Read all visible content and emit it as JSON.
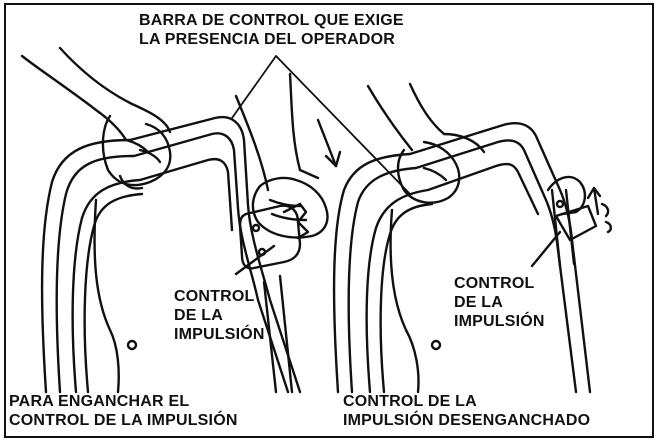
{
  "callout_top": {
    "line1": "BARRA DE CONTROL QUE EXIGE",
    "line2": "LA PRESENCIA DEL OPERADOR"
  },
  "left_callout": {
    "line1": "CONTROL",
    "line2": "DE LA",
    "line3": "IMPULSIÓN"
  },
  "right_callout": {
    "line1": "CONTROL",
    "line2": "DE LA",
    "line3": "IMPULSIÓN"
  },
  "left_caption": {
    "line1": "PARA ENGANCHAR EL",
    "line2": "CONTROL DE LA IMPULSIÓN"
  },
  "right_caption": {
    "line1": "CONTROL DE LA",
    "line2": "IMPULSIÓN DESENGANCHADO"
  }
}
